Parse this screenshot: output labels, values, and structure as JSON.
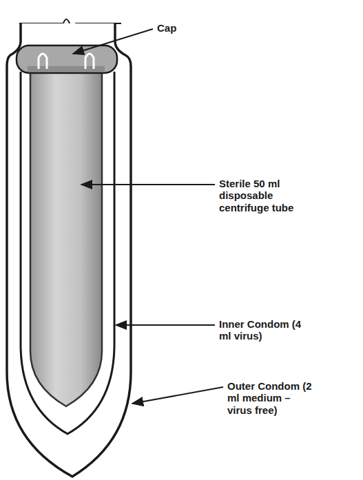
{
  "diagram": {
    "labels": [
      "Cap",
      "Sterile 50 ml disposable centrifuge tube",
      "Inner Condom (4 ml virus)",
      "Outer Condom (2 ml medium – virus free)"
    ]
  }
}
